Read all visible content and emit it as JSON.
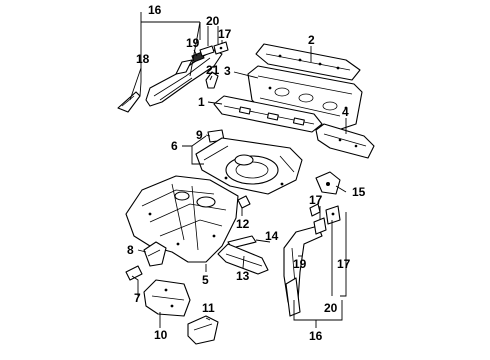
{
  "callouts": {
    "c1": "1",
    "c2": "2",
    "c3": "3",
    "c4": "4",
    "c5": "5",
    "c6": "6",
    "c7": "7",
    "c8": "8",
    "c9": "9",
    "c10": "10",
    "c11": "11",
    "c12": "12",
    "c13": "13",
    "c14": "14",
    "c15": "15",
    "c16_top": "16",
    "c16_bottom": "16",
    "c17_top": "17",
    "c17_right": "17",
    "c17_bottom": "17",
    "c18": "18",
    "c19_top": "19",
    "c19_bottom": "19",
    "c20_top": "20",
    "c20_bottom": "20",
    "c21": "21"
  }
}
